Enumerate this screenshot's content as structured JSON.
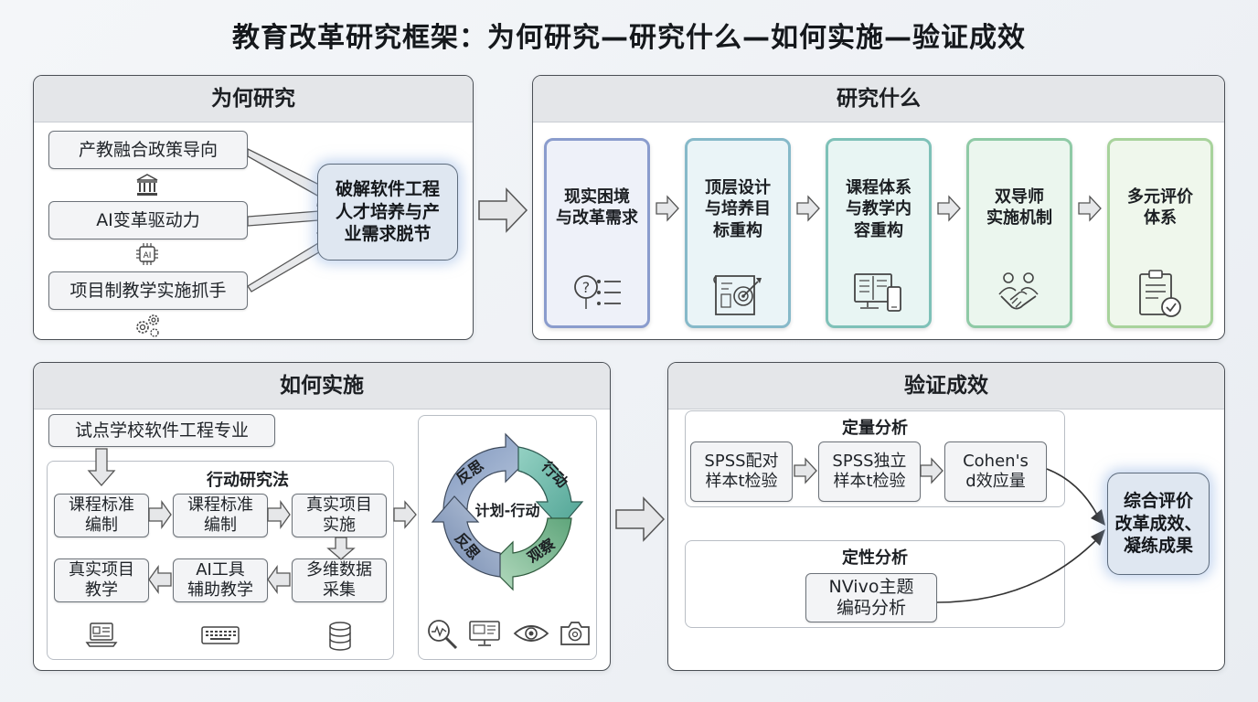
{
  "title": "教育改革研究框架：为何研究—研究什么—如何实施—验证成效",
  "why": {
    "title": "为何研究",
    "drivers": [
      "产教融合政策导向",
      "AI变革驱动力",
      "项目制教学实施抓手"
    ],
    "core": "破解软件工程人才培养与产业需求脱节",
    "core_lines": [
      "破解软件工程",
      "人才培养与产",
      "业需求脱节"
    ],
    "ai_chip_label": "AI"
  },
  "what": {
    "title": "研究什么",
    "stages": [
      {
        "lines": [
          "现实困境",
          "与改革需求"
        ],
        "icon": "question-list-icon",
        "color": "#8a9ccd",
        "bg": "#eef1f9"
      },
      {
        "lines": [
          "顶层设计",
          "与培养目",
          "标重构"
        ],
        "icon": "blueprint-target-icon",
        "color": "#86b9c9",
        "bg": "#eaf4f7"
      },
      {
        "lines": [
          "课程体系",
          "与教学内",
          "容重构"
        ],
        "icon": "book-devices-icon",
        "color": "#7ec1b8",
        "bg": "#e8f5f3"
      },
      {
        "lines": [
          "双导师",
          "实施机制"
        ],
        "icon": "handshake-people-icon",
        "color": "#8fcaa6",
        "bg": "#ebf6ee"
      },
      {
        "lines": [
          "多元评价",
          "体系"
        ],
        "icon": "clipboard-check-icon",
        "color": "#a8d39c",
        "bg": "#eff7ec"
      }
    ]
  },
  "how": {
    "title": "如何实施",
    "pilot": "试点学校软件工程专业",
    "method_title": "行动研究法",
    "steps": [
      {
        "lines": [
          "课程标准",
          "编制"
        ]
      },
      {
        "lines": [
          "课程标准",
          "编制"
        ]
      },
      {
        "lines": [
          "真实项目",
          "实施"
        ]
      },
      {
        "lines": [
          "多维数据",
          "采集"
        ]
      },
      {
        "lines": [
          "AI工具",
          "辅助教学"
        ]
      },
      {
        "lines": [
          "真实项目",
          "教学"
        ]
      }
    ],
    "cycle": {
      "center": "计划-行动",
      "segments": [
        "反思",
        "行动",
        "观察",
        "反思"
      ]
    },
    "bottom_icons": [
      "laptop-icon",
      "keyboard-icon",
      "database-icon"
    ],
    "cycle_icons": [
      "magnifier-chart-icon",
      "monitor-icon",
      "eye-icon",
      "camera-icon"
    ]
  },
  "verify": {
    "title": "验证成效",
    "quant_title": "定量分析",
    "quant": [
      {
        "lines": [
          "SPSS配对",
          "样本t检验"
        ]
      },
      {
        "lines": [
          "SPSS独立",
          "样本t检验"
        ]
      },
      {
        "lines": [
          "Cohen's",
          "d效应量"
        ]
      }
    ],
    "qual_title": "定性分析",
    "qual": {
      "lines": [
        "NVivo主题",
        "编码分析"
      ]
    },
    "result_lines": [
      "综合评价",
      "改革成效、",
      "凝练成果"
    ]
  },
  "colors": {
    "panel_border": "#4a4f55",
    "core_glow": "#b4c8e6",
    "cycle_reflect": "#8fa3c4",
    "cycle_act": "#6fb8a8",
    "cycle_observe": "#7cb48c"
  }
}
